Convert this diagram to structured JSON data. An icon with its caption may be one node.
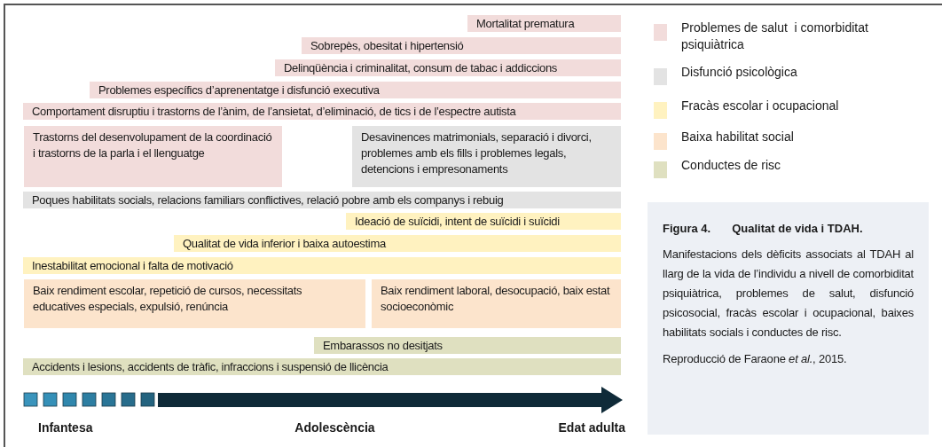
{
  "diagram": {
    "nodes": [
      {
        "text": [
          "Mortalitat prematura"
        ]
      },
      {
        "text": [
          "Sobrepès, obesitat i hipertensió"
        ]
      },
      {
        "text": [
          "Delinqüència i criminalitat, consum de tabac i addiccions"
        ]
      },
      {
        "text": [
          "Problemes específics d’aprenentatge i disfunció executiva"
        ]
      },
      {
        "text": [
          "Comportament disruptiu i trastorns de l’ànim, de l’ansietat, d’eliminació, de tics i de l’espectre autista"
        ]
      },
      {
        "text": [
          "Trastorns del desenvolupament de la coordinació i trastorns de la parla i el llenguatge"
        ]
      },
      {
        "text": [
          "Desavinences matrimonials, separació i divorci, problemes amb els fills i problemes legals, detencions i empresonaments"
        ]
      },
      {
        "text": [
          "Poques habilitats socials, relacions familiars conflictives, relació pobre amb els companys i rebuig"
        ]
      },
      {
        "text": [
          "Ideació de suïcidi, intent de suïcidi i suïcidi"
        ]
      },
      {
        "text": [
          "Qualitat de vida inferior i baixa autoestima"
        ]
      },
      {
        "text": [
          "Inestabilitat emocional i falta de motivació"
        ]
      },
      {
        "text": [
          "Baix rendiment escolar, repetició de cursos, necessitats educatives especials, expulsió, renúncia"
        ]
      },
      {
        "text": [
          "Baix rendiment laboral, desocupació, baix estat socioeconòmic"
        ]
      },
      {
        "text": [
          "Embarassos no desitjats"
        ]
      },
      {
        "text": [
          "Accidents i lesions, accidents de tràfic, infraccions i suspensió de llicència"
        ]
      },
      {
        "text": [
          "Figura 4.",
          "Qualitat de vida i TDAH.",
          "Manifestacions dels dèficits associats al TDAH al llarg de la vida de l’individu a nivell de comorbiditat psiquiàtrica, problemes de salut, disfunció psicosocial, fracàs escolar i ocupacional, baixes habilitats socials i conductes de risc.",
          "Reproducció de Faraone *et al.*, 2015."
        ]
      }
    ],
    "edges": [],
    "labels": [
      "Infantesa",
      "Adolescència",
      "Edat adulta"
    ],
    "legend": [
      {
        "text": "Problemes de salut  i comorbiditat psiquiàtrica",
        "color": "#f2dcdb"
      },
      {
        "text": "Disfunció psicològica",
        "color": "#e3e3e3"
      },
      {
        "text": "Fracàs escolar i ocupacional",
        "color": "#fff2c0"
      },
      {
        "text": "Baixa habilitat social",
        "color": "#fce4cc"
      },
      {
        "text": "Conductes de risc",
        "color": "#dfe0c0"
      }
    ]
  }
}
